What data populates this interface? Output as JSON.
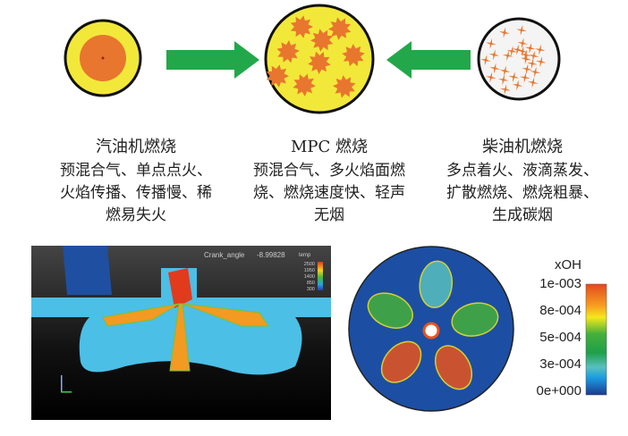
{
  "panels": [
    {
      "title": "汽油机燃烧",
      "lines": [
        "预混合气、单点点火、",
        "火焰传播、传播慢、稀",
        "燃易失火"
      ]
    },
    {
      "title": "MPC 燃烧",
      "lines": [
        "预混合气、多火焰面燃",
        "烧、燃烧速度快、轻声",
        "无烟"
      ]
    },
    {
      "title": "柴油机燃烧",
      "lines": [
        "多点着火、液滴蒸发、",
        "扩散燃烧、燃烧粗暴、",
        "生成碳烟"
      ]
    }
  ],
  "cfd_image": {
    "crank_label": "Crank_angle",
    "crank_value": "-8.99828",
    "legend_title": "temp",
    "legend_ticks": [
      "2500",
      "1950",
      "1400",
      "850",
      "300"
    ]
  },
  "oh_image": {
    "legend_title": "xOH",
    "legend_ticks": [
      "1e-003",
      "8e-004",
      "5e-004",
      "3e-004",
      "0e+000"
    ]
  },
  "colors": {
    "yellow": "#f2e83a",
    "orange": "#e8762e",
    "arrow_green": "#22a84a",
    "cfd_blue": "#4bbfe6"
  }
}
